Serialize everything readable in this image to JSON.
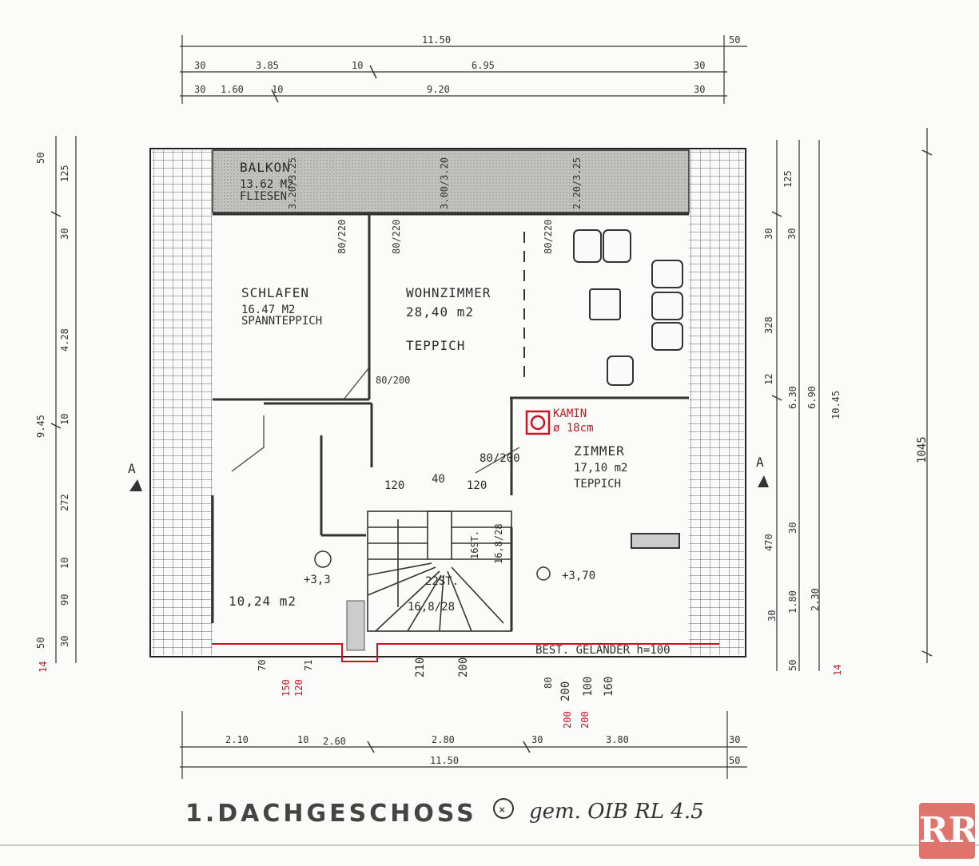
{
  "rooms": {
    "balkon": {
      "name": "BALKON",
      "area": "13.62 M2",
      "floor": "FLIESEN"
    },
    "schlafen": {
      "name": "SCHLAFEN",
      "area": "16.47 M2",
      "floor": "SPANNTEPPICH"
    },
    "wohnzimmer": {
      "name": "WOHNZIMMER",
      "area": "28,40 m2",
      "floor": "TEPPICH"
    },
    "zimmer": {
      "name": "ZIMMER",
      "area": "17,10 m2",
      "floor": "TEPPICH"
    },
    "bad": {
      "area": "10,24 m2",
      "level": "+3,3"
    }
  },
  "kamin": {
    "label": "KAMIN",
    "diameter": "ø 18cm"
  },
  "stairs": {
    "left_count": "16ST.",
    "left_ratio": "16,8/28",
    "main_count": "22ST.",
    "main_ratio": "16,8/28",
    "level": "+3,70"
  },
  "railing": "BEST. GELÄNDER h=100",
  "section_marker": "A",
  "dims_top": {
    "row1": [
      "11.50",
      "50"
    ],
    "row2": [
      "30",
      "3.85",
      "10",
      "6.95",
      "30"
    ],
    "row3": [
      "30",
      "1.60",
      "10",
      "9.20",
      "30"
    ]
  },
  "dims_bottom": {
    "row1": [
      "2.10",
      "10",
      "2.60",
      "2.80",
      "30",
      "3.80",
      "30"
    ],
    "row2": [
      "11.50",
      "50"
    ]
  },
  "dims_left": [
    "50",
    "125",
    "30",
    "4.28",
    "9.45",
    "10",
    "272",
    "10",
    "90",
    "50",
    "30",
    "14"
  ],
  "dims_right": [
    "125",
    "30",
    "30",
    "328",
    "12",
    "6.30",
    "6.90",
    "10.45",
    "470",
    "30",
    "1.80",
    "2.30",
    "30",
    "50",
    "14"
  ],
  "dim_overall": "1045",
  "door_labels": [
    "80/220",
    "80/220",
    "80/220",
    "80/200",
    "80/200"
  ],
  "window_labels": [
    "3.20/3.25",
    "3.00/3.20",
    "2.20/3.25"
  ],
  "stair_widths": [
    "120",
    "40",
    "120"
  ],
  "bottom_misc": [
    "70",
    "71",
    "150",
    "120",
    "210",
    "200",
    "80",
    "200",
    "100",
    "160",
    "200",
    "200"
  ],
  "title": "1.DACHGESCHOSS",
  "note": "gem. OIB RL 4.5",
  "logo": "RR"
}
